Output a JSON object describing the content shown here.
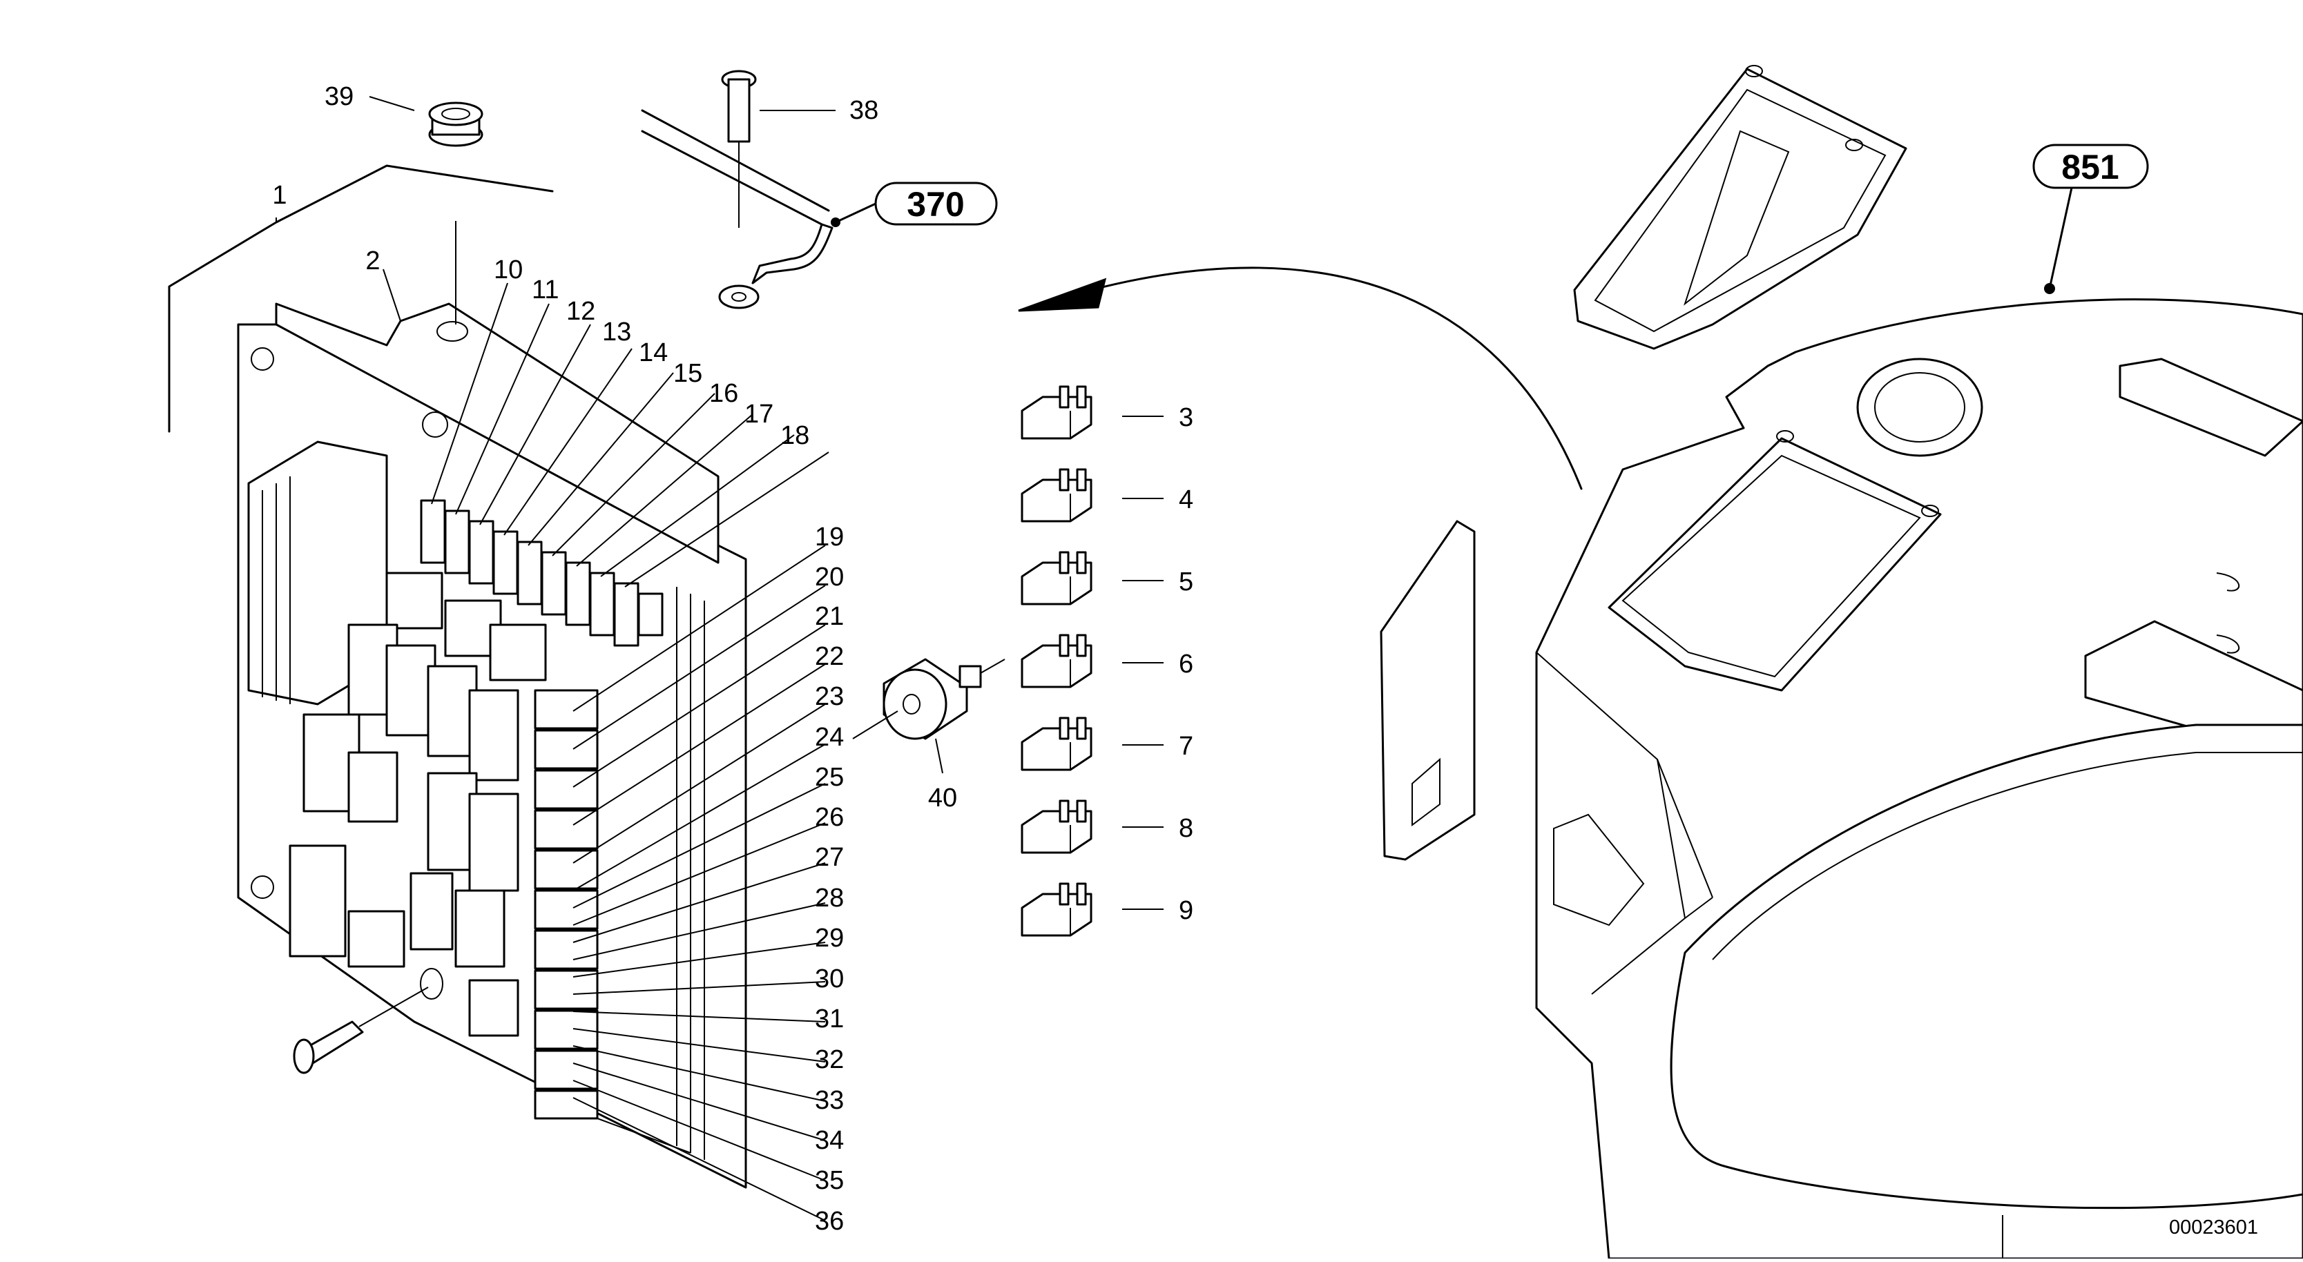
{
  "drawing": {
    "reference_number": "00023601",
    "callouts": {
      "c370": "370",
      "c851": "851"
    },
    "part_labels": {
      "p1": "1",
      "p2": "2",
      "p3": "3",
      "p4": "4",
      "p5": "5",
      "p6": "6",
      "p7": "7",
      "p8": "8",
      "p9": "9",
      "p10": "10",
      "p11": "11",
      "p12": "12",
      "p13": "13",
      "p14": "14",
      "p15": "15",
      "p16": "16",
      "p17": "17",
      "p18": "18",
      "p19": "19",
      "p20": "20",
      "p21": "21",
      "p22": "22",
      "p23": "23",
      "p24": "24",
      "p25": "25",
      "p26": "26",
      "p27": "27",
      "p28": "28",
      "p29": "29",
      "p30": "30",
      "p31": "31",
      "p32": "32",
      "p33": "33",
      "p34": "34",
      "p35": "35",
      "p36": "36",
      "p38": "38",
      "p39": "39",
      "p40": "40"
    }
  }
}
